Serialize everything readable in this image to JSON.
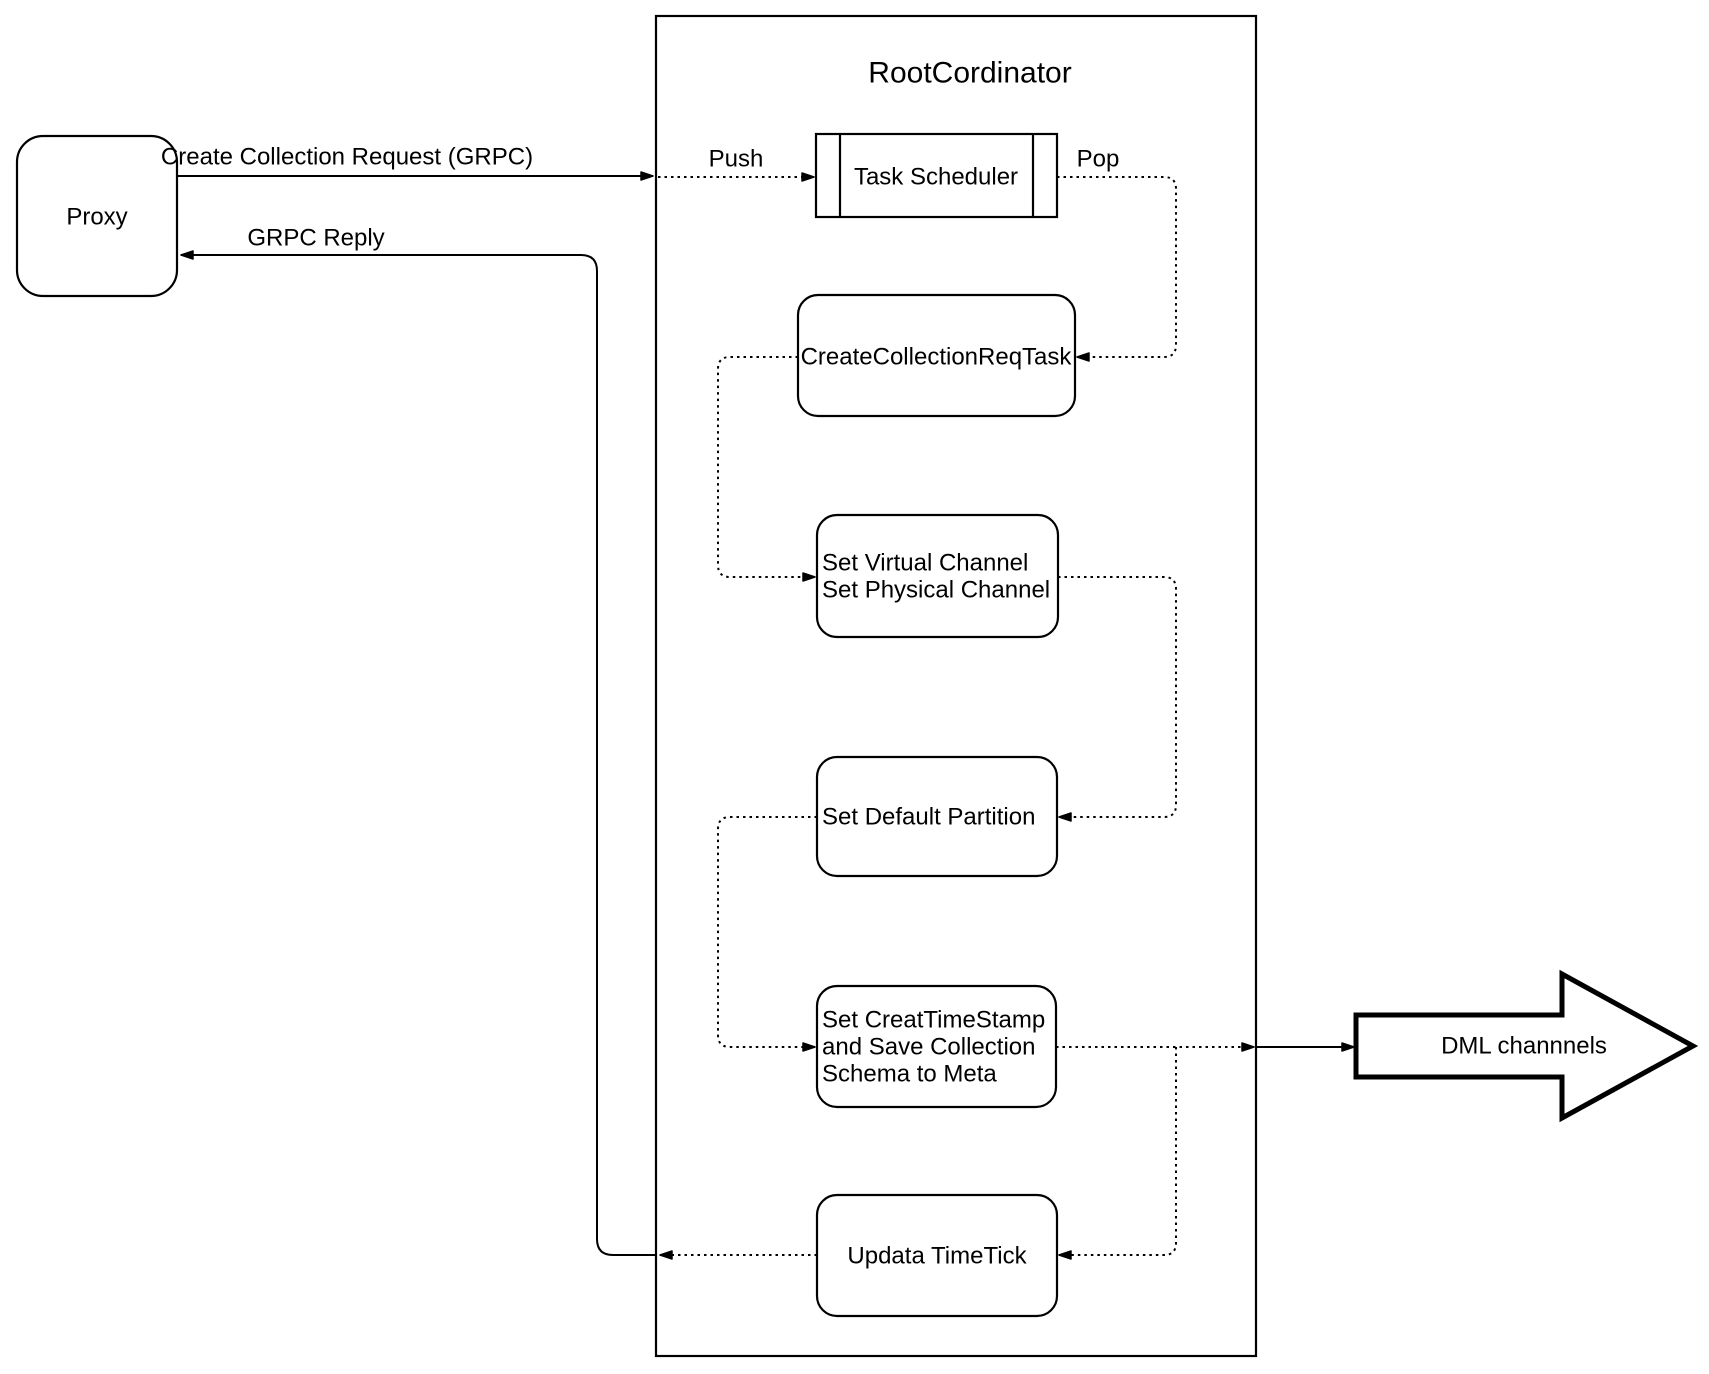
{
  "canvas": {
    "background": "#ffffff",
    "stroke_color": "#000000"
  },
  "container": {
    "title": "RootCordinator"
  },
  "nodes": {
    "proxy": {
      "label": "Proxy"
    },
    "task_scheduler": {
      "label": "Task Scheduler"
    },
    "create_collection_req_task": {
      "label": "CreateCollectionReqTask"
    },
    "set_virtual_channel": {
      "lines": [
        "Set Virtual Channel",
        "Set Physical Channel"
      ]
    },
    "set_default_partition": {
      "label": "Set Default Partition"
    },
    "set_creat_timestamp": {
      "lines": [
        "Set CreatTimeStamp",
        "and Save Collection",
        "Schema to Meta"
      ]
    },
    "updata_timetick": {
      "label": "Updata TimeTick"
    },
    "dml_channels": {
      "label": "DML channnels"
    }
  },
  "edges": {
    "create_collection_request": {
      "label": "Create Collection Request (GRPC)"
    },
    "grpc_reply": {
      "label": "GRPC Reply"
    },
    "push": {
      "label": "Push"
    },
    "pop": {
      "label": "Pop"
    }
  }
}
